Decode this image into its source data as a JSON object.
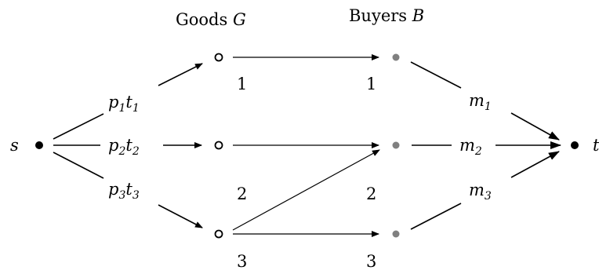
{
  "headers": {
    "goods": {
      "word": "Goods",
      "symbol": "G"
    },
    "buyers": {
      "word": "Buyers",
      "symbol": "B"
    }
  },
  "nodes": {
    "source": "s",
    "sink": "t"
  },
  "goods_labels": [
    "1",
    "2",
    "3"
  ],
  "buyer_labels": [
    "1",
    "2",
    "3"
  ],
  "source_edge_labels": [
    {
      "base1": "p",
      "sub1": "1",
      "base2": "t",
      "sub2": "1"
    },
    {
      "base1": "p",
      "sub1": "2",
      "base2": "t",
      "sub2": "2"
    },
    {
      "base1": "p",
      "sub1": "3",
      "base2": "t",
      "sub2": "3"
    }
  ],
  "sink_edge_labels": [
    {
      "base": "m",
      "sub": "1"
    },
    {
      "base": "m",
      "sub": "2"
    },
    {
      "base": "m",
      "sub": "3"
    }
  ],
  "colors": {
    "goods_node": "#ffffff",
    "buyer_node": "#808080",
    "terminal_node": "#000000"
  }
}
